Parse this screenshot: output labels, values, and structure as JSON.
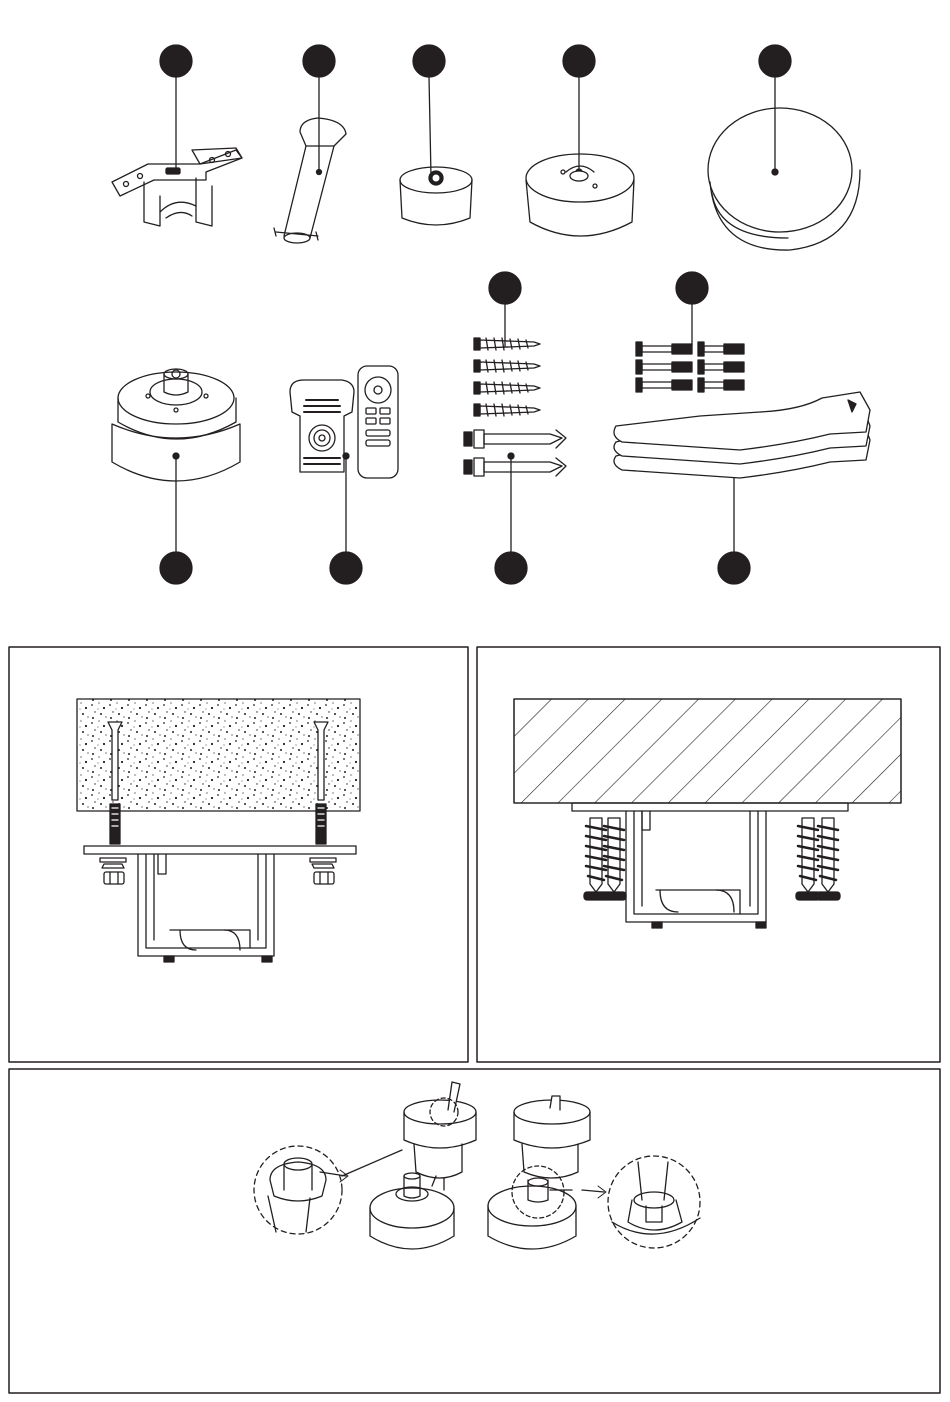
{
  "document": {
    "type": "assembly-instructions-sheet",
    "text_content": "none printed",
    "ink_color": "#231f20",
    "paper_color": "#ffffff"
  },
  "parts_overview": {
    "callout_count": 12,
    "parts": [
      {
        "ref": "mounting-bracket-part"
      },
      {
        "ref": "downrod-part"
      },
      {
        "ref": "small-canopy-part"
      },
      {
        "ref": "canopy-part"
      },
      {
        "ref": "light-cover-part"
      },
      {
        "ref": "motor-housing-part"
      },
      {
        "ref": "receiver-and-remote-part"
      },
      {
        "ref": "wood-screws-part"
      },
      {
        "ref": "blade-bolts-part"
      },
      {
        "ref": "expansion-bolts-part"
      },
      {
        "ref": "fan-blades-part"
      }
    ]
  },
  "panels": {
    "concrete_ceiling": {
      "icon": "concrete-ceiling-mount-illustration"
    },
    "wood_ceiling": {
      "icon": "wood-ceiling-mount-illustration"
    },
    "motor_connection": {
      "icon": "downrod-to-motor-connection-illustration"
    }
  }
}
